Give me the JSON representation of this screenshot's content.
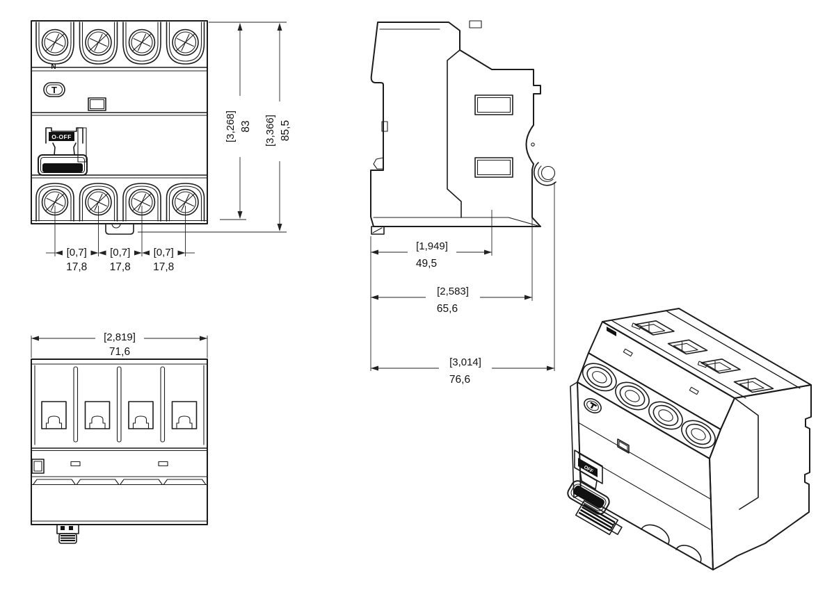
{
  "v": {
    "front": {
      "neutral_label": "N",
      "test_button_label": "T",
      "switch_label": "O-OFF",
      "height_body_in": "[3,268]",
      "height_body_mm": "83",
      "height_total_in": "[3,366]",
      "height_total_mm": "85,5",
      "pitch_in": "[0,7]",
      "pitch_mm": "17,8"
    },
    "bottom": {
      "width_in": "[2,819]",
      "width_mm": "71,6"
    },
    "side": {
      "depth_front_in": "[1,949]",
      "depth_front_mm": "49,5",
      "depth_body_in": "[2,583]",
      "depth_body_mm": "65,6",
      "depth_total_in": "[3,014]",
      "depth_total_mm": "76,6"
    },
    "iso": {
      "switch_label": "OFF"
    }
  }
}
